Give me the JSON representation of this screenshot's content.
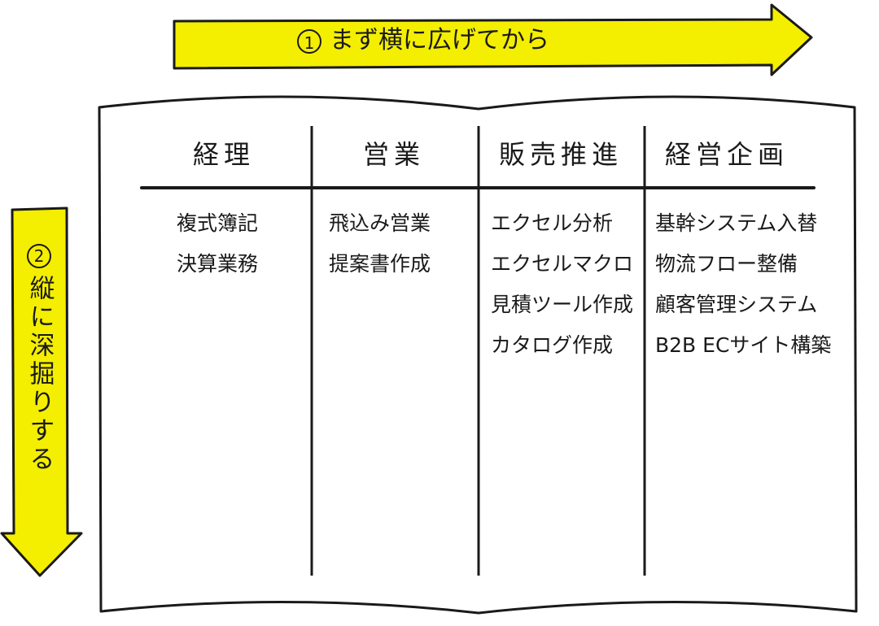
{
  "horizontal_arrow": {
    "number": "1",
    "label": "まず横に広げてから",
    "color": "#f4ee00"
  },
  "vertical_arrow": {
    "number": "2",
    "label": "縦に深掘りする",
    "color": "#f4ee00"
  },
  "columns": [
    {
      "title": "経理",
      "items": [
        "複式簿記",
        "決算業務"
      ]
    },
    {
      "title": "営業",
      "items": [
        "飛込み営業",
        "提案書作成"
      ]
    },
    {
      "title": "販売推進",
      "items": [
        "エクセル分析",
        "エクセルマクロ",
        "見積ツール作成",
        "カタログ作成"
      ]
    },
    {
      "title": "経営企画",
      "items": [
        "基幹システム入替",
        "物流フロー整備",
        "顧客管理システム",
        "B2B ECサイト構築"
      ]
    }
  ]
}
